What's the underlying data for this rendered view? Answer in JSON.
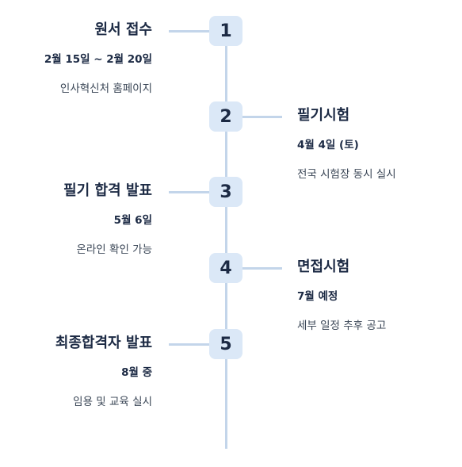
{
  "steps": [
    {
      "number": "1",
      "title": "원서 접수",
      "date": "2월 15일 ~ 2월 20일",
      "description": "인사혁신처 홈페이지"
    },
    {
      "number": "2",
      "title": "필기시험",
      "date": "4월 4일 (토)",
      "description": "전국 시험장 동시 실시"
    },
    {
      "number": "3",
      "title": "필기 합격 발표",
      "date": "5월 6일",
      "description": "온라인 확인 가능"
    },
    {
      "number": "4",
      "title": "면접시험",
      "date": "7월 예정",
      "description": "세부 일정 추후 공고"
    },
    {
      "number": "5",
      "title": "최종합격자 발표",
      "date": "8월 중",
      "description": "임용 및 교육 실시"
    }
  ],
  "colors": {
    "text": "#1c2a44",
    "badge": "#dbe8f7",
    "line": "#c3d5ea"
  }
}
